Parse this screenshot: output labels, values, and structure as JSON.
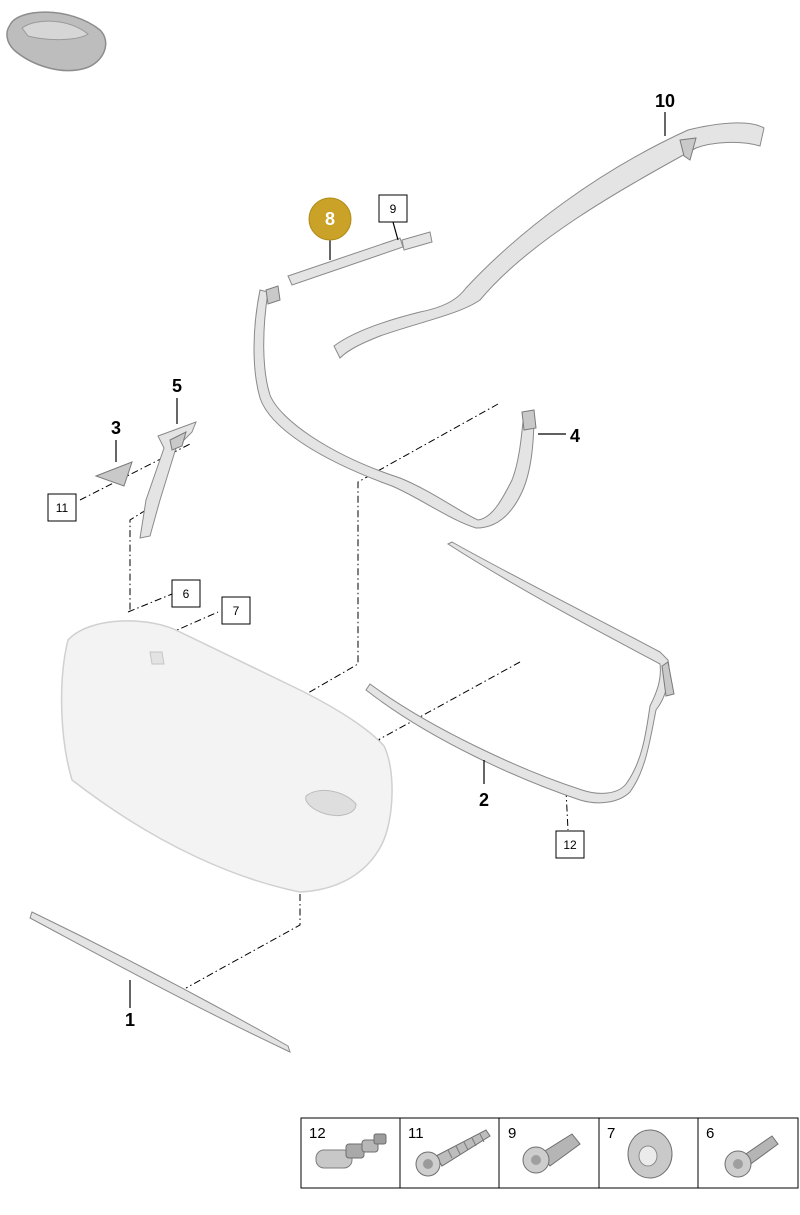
{
  "colors": {
    "highlight_callout": "#c9a227",
    "part_fill": "#e4e4e4",
    "part_stroke": "#8a8a8a",
    "line": "#000000"
  },
  "callouts": {
    "c1": "1",
    "c2": "2",
    "c3": "3",
    "c4": "4",
    "c5": "5",
    "c6": "6",
    "c7": "7",
    "c8": "8",
    "c9": "9",
    "c10": "10",
    "c11": "11",
    "c12": "12"
  },
  "hardware_table": [
    {
      "label": "12",
      "icon": "clip-icon"
    },
    {
      "label": "11",
      "icon": "screw-icon"
    },
    {
      "label": "9",
      "icon": "stud-icon"
    },
    {
      "label": "7",
      "icon": "grommet-icon"
    },
    {
      "label": "6",
      "icon": "bolt-icon"
    }
  ]
}
